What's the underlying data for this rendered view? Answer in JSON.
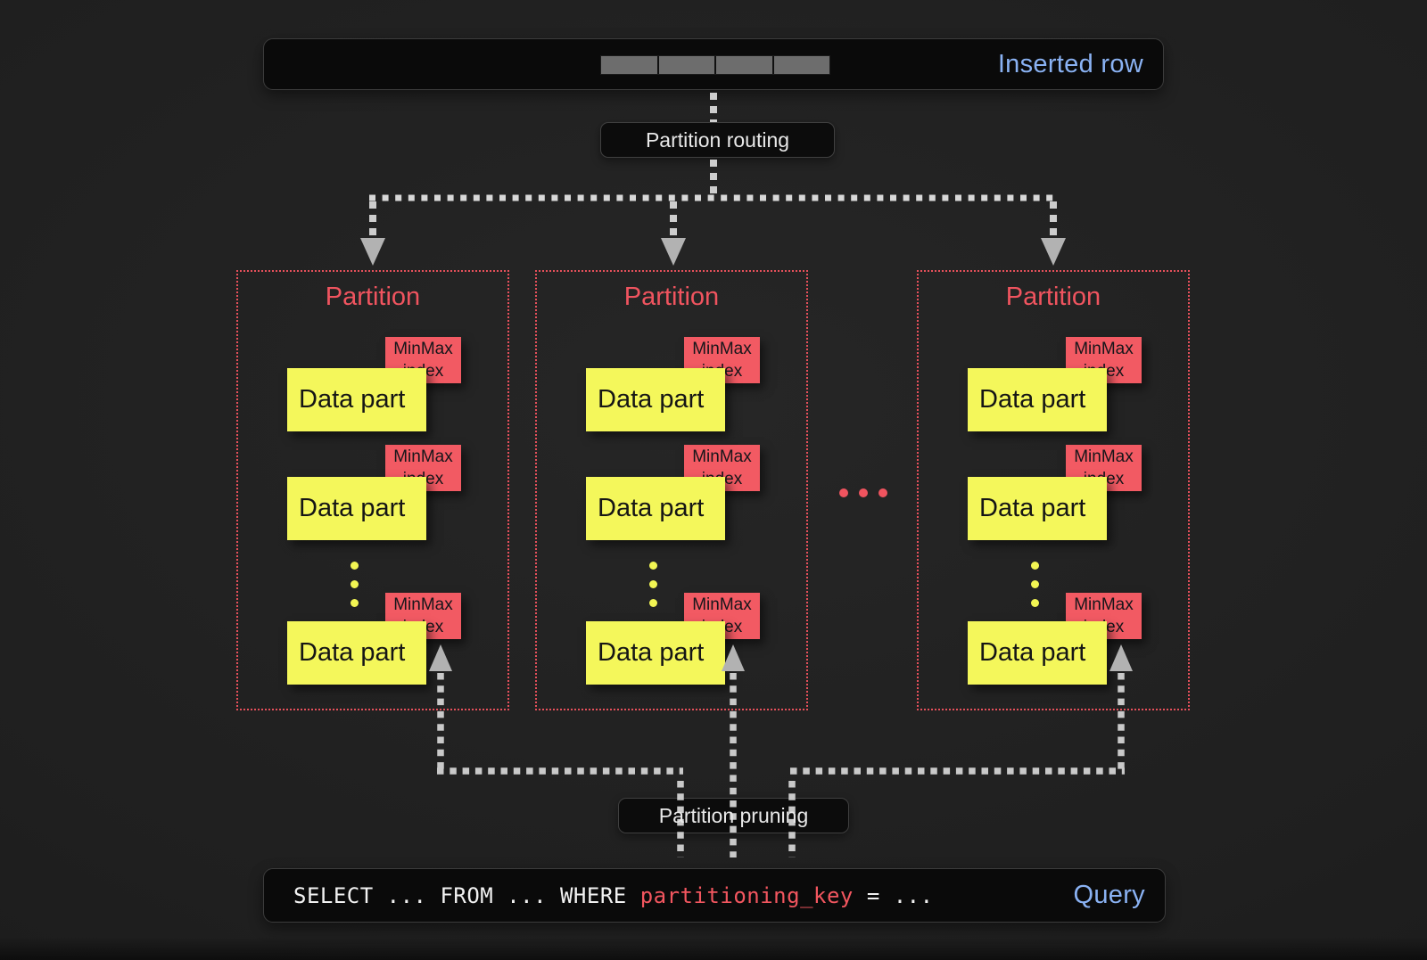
{
  "inserted_row_bar": {
    "label": "Inserted row",
    "segment_count": 4
  },
  "routing_label": "Partition routing",
  "pruning_label": "Partition pruning",
  "partitions": [
    {
      "title": "Partition",
      "data_parts": [
        {
          "label": "Data part",
          "index_label": "MinMax index"
        },
        {
          "label": "Data part",
          "index_label": "MinMax index"
        },
        {
          "label": "Data part",
          "index_label": "MinMax index"
        }
      ]
    },
    {
      "title": "Partition",
      "data_parts": [
        {
          "label": "Data part",
          "index_label": "MinMax index"
        },
        {
          "label": "Data part",
          "index_label": "MinMax index"
        },
        {
          "label": "Data part",
          "index_label": "MinMax index"
        }
      ]
    },
    {
      "title": "Partition",
      "data_parts": [
        {
          "label": "Data part",
          "index_label": "MinMax index"
        },
        {
          "label": "Data part",
          "index_label": "MinMax index"
        },
        {
          "label": "Data part",
          "index_label": "MinMax index"
        }
      ]
    }
  ],
  "query_bar": {
    "sql_prefix": "SELECT ... FROM ... WHERE ",
    "sql_key": "partitioning_key",
    "sql_suffix": " = ...",
    "label": "Query"
  },
  "colors": {
    "background": "#1f1f1f",
    "panel": "#0a0a0a",
    "accent_red": "#f0545f",
    "accent_yellow": "#f4f75b",
    "accent_blue": "#8ab2f3",
    "arrow_gray": "#c9c9c9"
  }
}
